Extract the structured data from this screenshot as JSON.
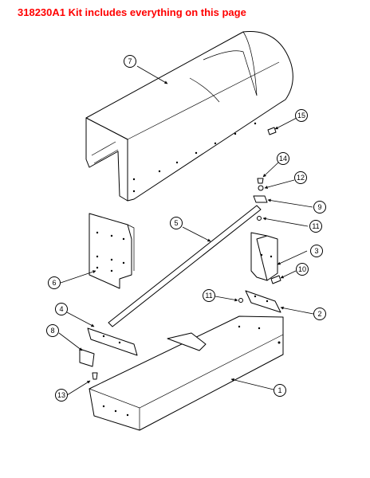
{
  "page": {
    "title": "318230A1 Kit includes everything on this page",
    "title_color": "#ff0000"
  },
  "callouts": [
    "1",
    "2",
    "3",
    "4",
    "5",
    "6",
    "7",
    "8",
    "9",
    "10",
    "11",
    "11",
    "12",
    "13",
    "14",
    "15"
  ]
}
